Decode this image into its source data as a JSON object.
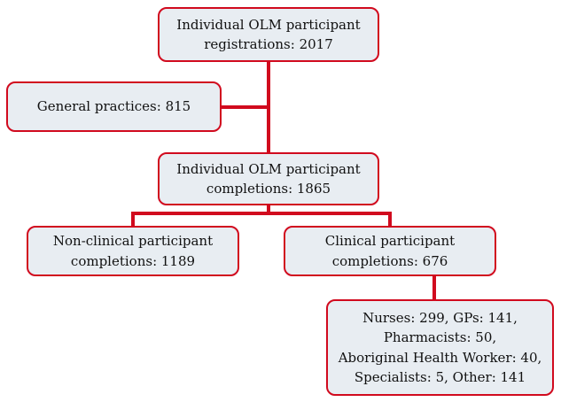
{
  "colors": {
    "accent_red": "#d10a1e",
    "node_fill": "#e8edf2"
  },
  "nodes": {
    "registrations": {
      "line1": "Individual OLM participant",
      "line2": "registrations: 2017"
    },
    "general_practices": {
      "line1": "General practices: 815"
    },
    "completions": {
      "line1": "Individual OLM participant",
      "line2": "completions: 1865"
    },
    "non_clinical": {
      "line1": "Non-clinical participant",
      "line2": "completions: 1189"
    },
    "clinical": {
      "line1": "Clinical participant",
      "line2": "completions: 676"
    },
    "clinical_breakdown": {
      "line1": "Nurses: 299, GPs: 141,",
      "line2": "Pharmacists: 50,",
      "line3": "Aboriginal Health Worker: 40,",
      "line4": "Specialists: 5, Other: 141"
    }
  }
}
